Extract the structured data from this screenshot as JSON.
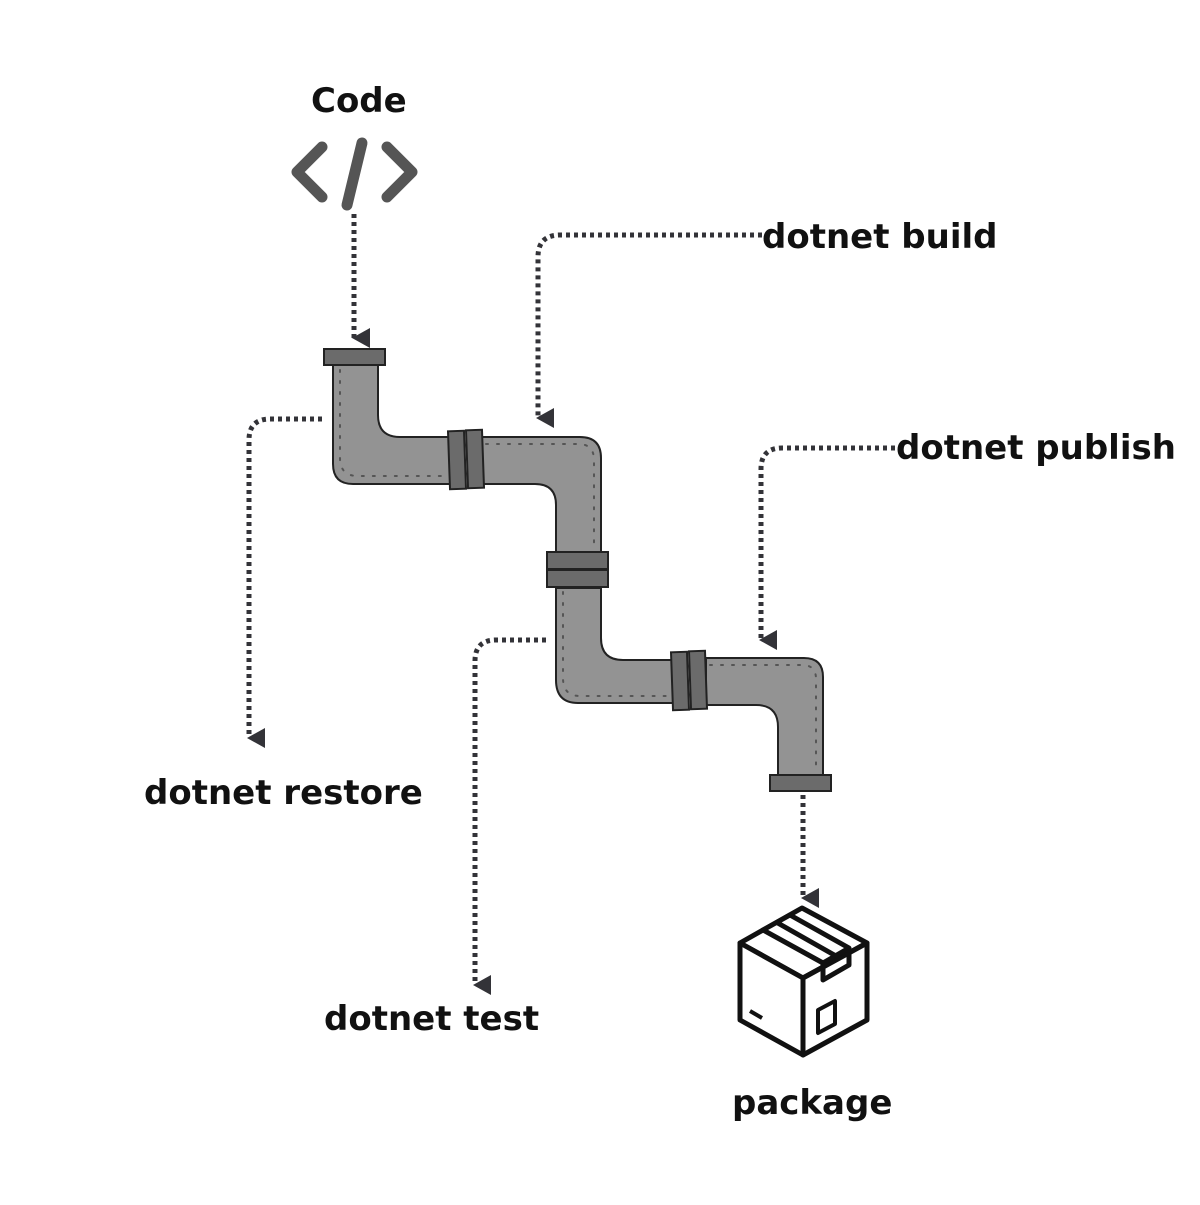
{
  "labels": {
    "code": "Code",
    "build": "dotnet build",
    "publish": "dotnet publish",
    "restore": "dotnet restore",
    "test": "dotnet test",
    "package": "package"
  },
  "colors": {
    "pipe_fill": "#939393",
    "pipe_stroke": "#222222",
    "flange": "#6b6b6b",
    "arrow": "#333338",
    "text": "#111111",
    "code_icon": "#555555"
  },
  "icons": {
    "source": "code-brackets-icon",
    "output": "package-box-icon"
  }
}
